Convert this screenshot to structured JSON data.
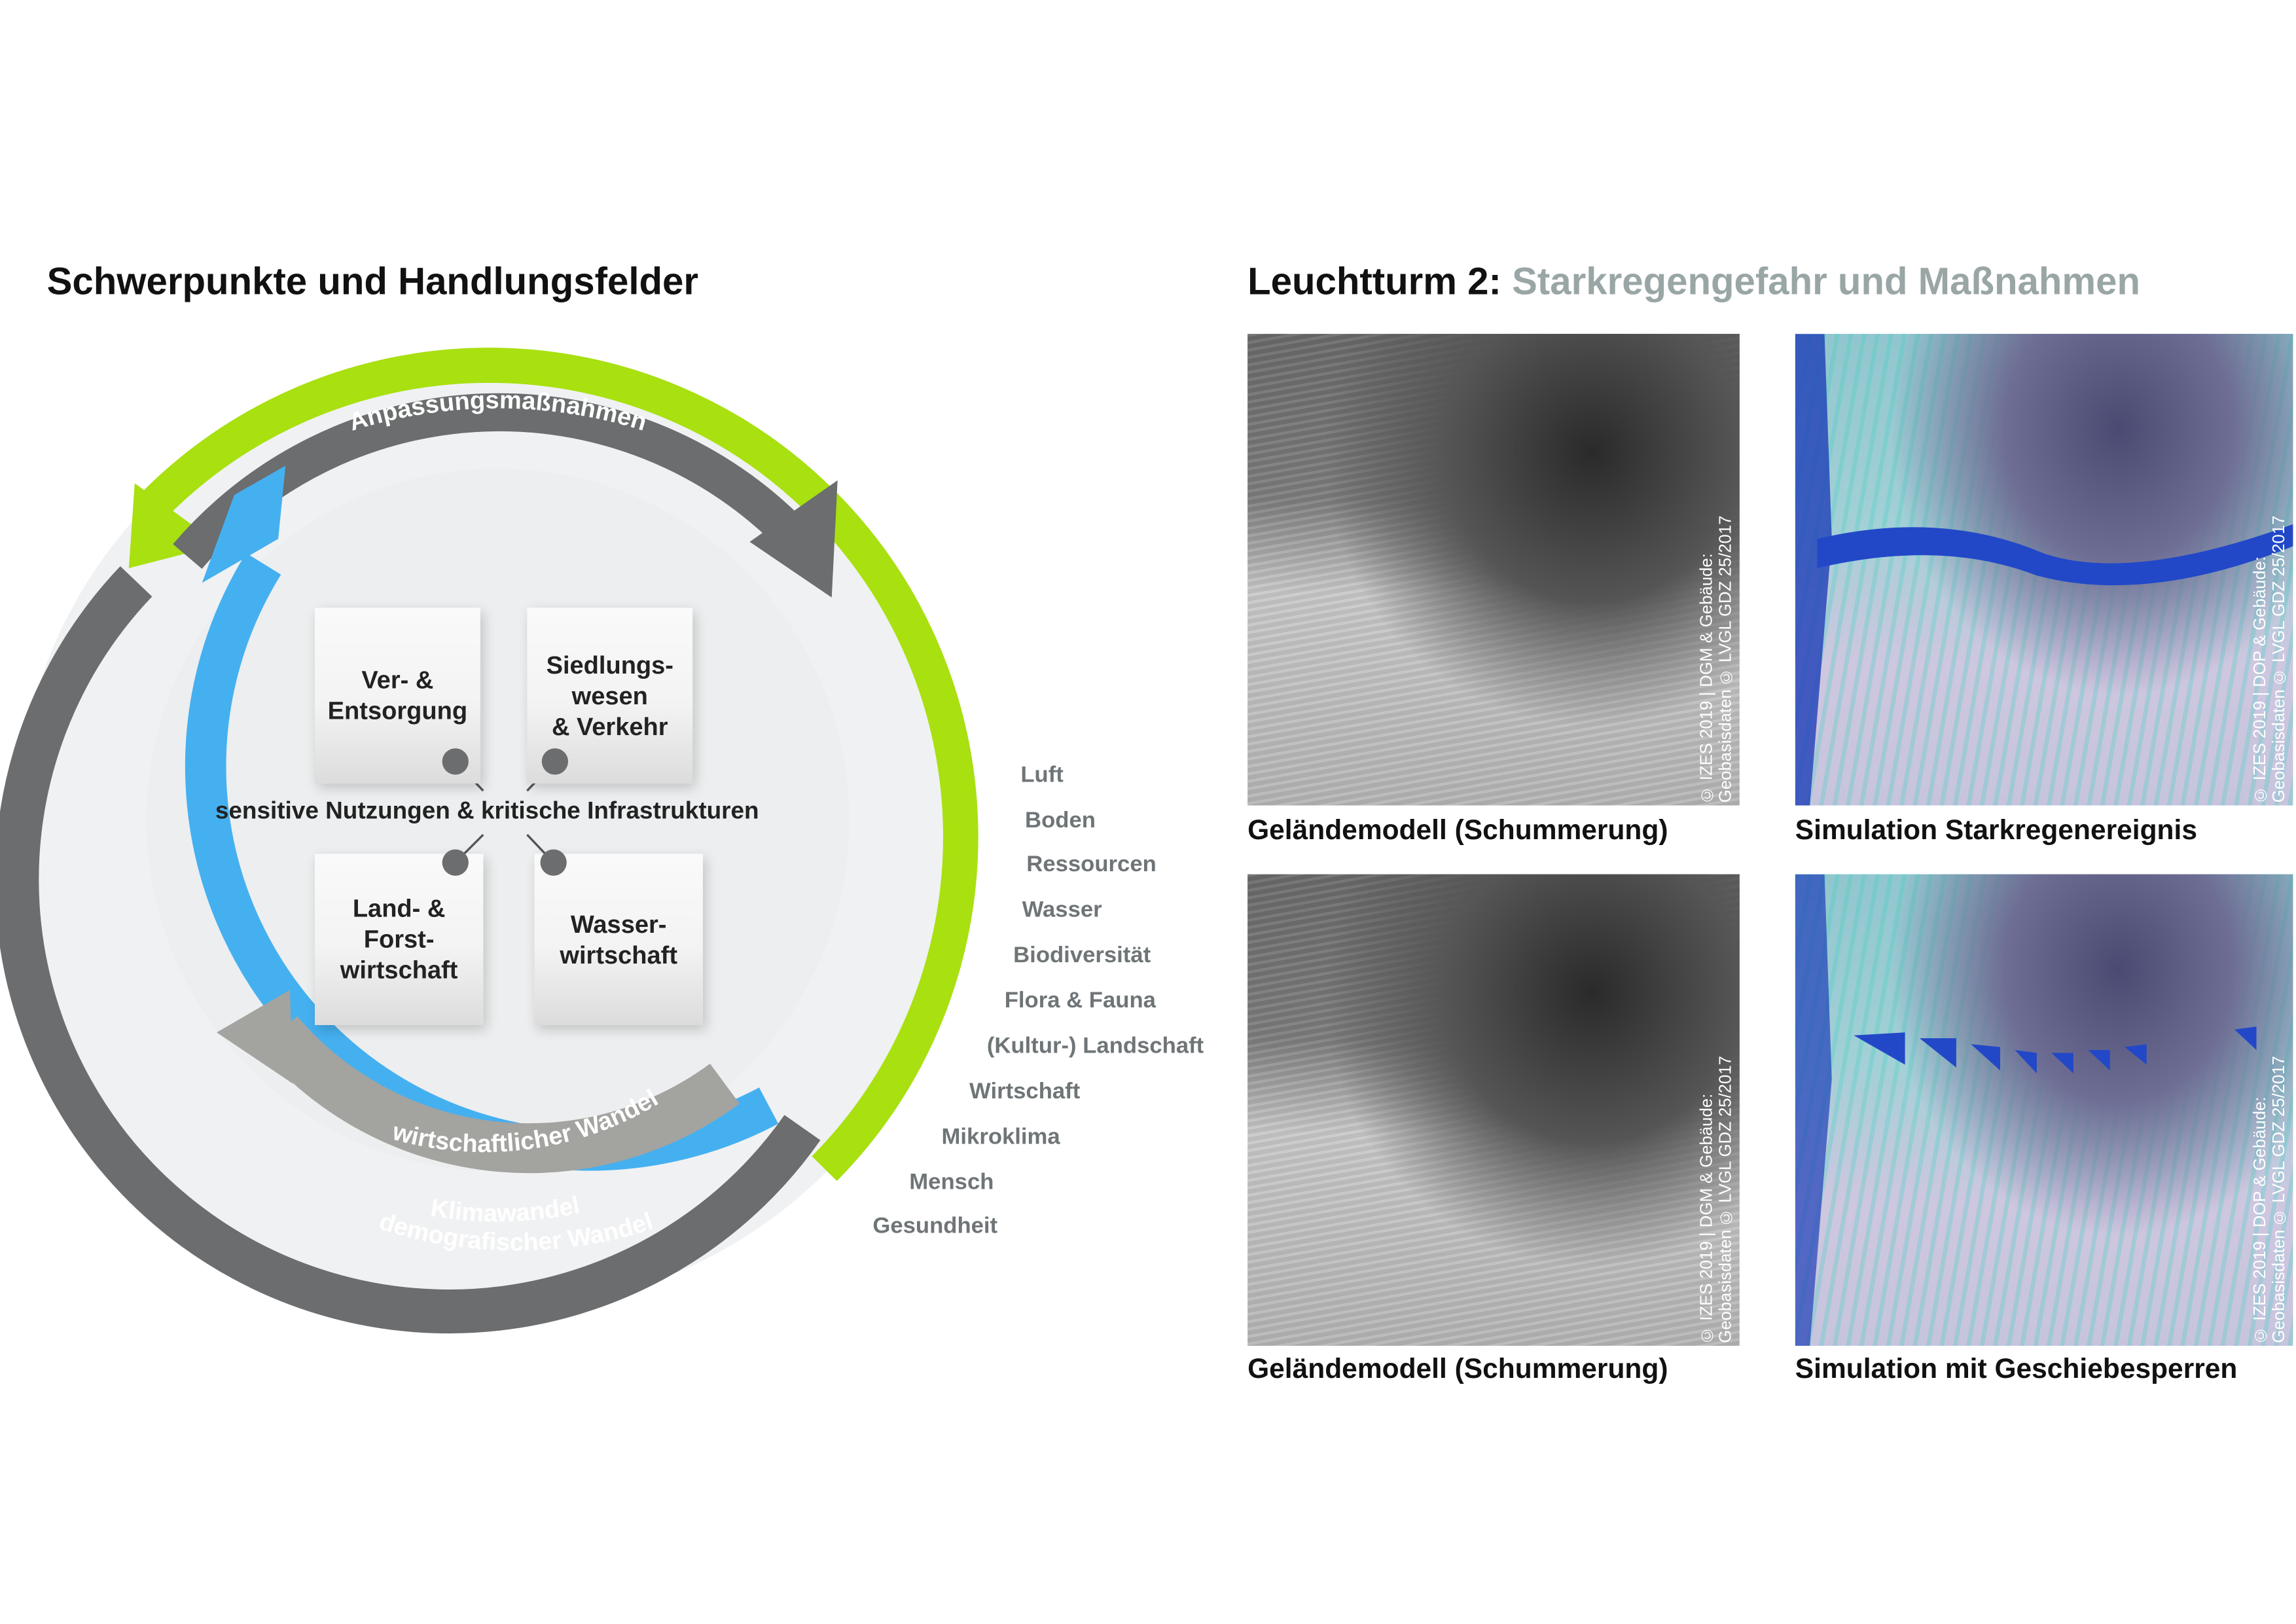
{
  "left_title": "Schwerpunkte und Handlungsfelder",
  "right_title": {
    "prefix": "Leuchtturm 2:",
    "accent": "Starkregengefahr und Maßnahmen"
  },
  "cycle": {
    "outer_arc_label": "Anpassungsmaßnahmen",
    "arc_labels": [
      "wirtschaftlicher Wandel",
      "Klimawandel",
      "demografischer Wandel"
    ],
    "center_label": "sensitive Nutzungen & kritische Infrastrukturen",
    "boxes": [
      [
        "Ver- &",
        "Entsorgung"
      ],
      [
        "Siedlungs-",
        "wesen",
        "& Verkehr"
      ],
      [
        "Land- &",
        "Forst-",
        "wirtschaft"
      ],
      [
        "Wasser-",
        "wirtschaft"
      ]
    ]
  },
  "topics": [
    "Luft",
    "Boden",
    "Ressourcen",
    "Wasser",
    "Biodiversität",
    "Flora & Fauna",
    "(Kultur-) Landschaft",
    "Wirtschaft",
    "Mikroklima",
    "Mensch",
    "Gesundheit"
  ],
  "maps": [
    {
      "caption": "Geländemodell (Schummerung)",
      "copyright": [
        "© IZES 2019 | DGM & Gebäude:",
        "Geobasisdaten © LVGL GDZ 25/2017"
      ]
    },
    {
      "caption": "Simulation Starkregenereignis",
      "copyright": [
        "© IZES 2019 | DOP & Gebäude:",
        "Geobasisdaten © LVGL GDZ 25/2017"
      ]
    },
    {
      "caption": "Geländemodell (Schummerung)",
      "copyright": [
        "© IZES 2019 | DGM & Gebäude:",
        "Geobasisdaten © LVGL GDZ 25/2017"
      ]
    },
    {
      "caption": "Simulation mit Geschiebesperren",
      "copyright": [
        "© IZES 2019 | DOP & Gebäude:",
        "Geobasisdaten © LVGL GDZ 25/2017"
      ]
    }
  ],
  "colors": {
    "green": "#a8e010",
    "dark_gray": "#6b6d6e",
    "blue": "#45b0f0",
    "light_gray": "#a3a3a0",
    "bg_disc": "#f0f1f2"
  }
}
